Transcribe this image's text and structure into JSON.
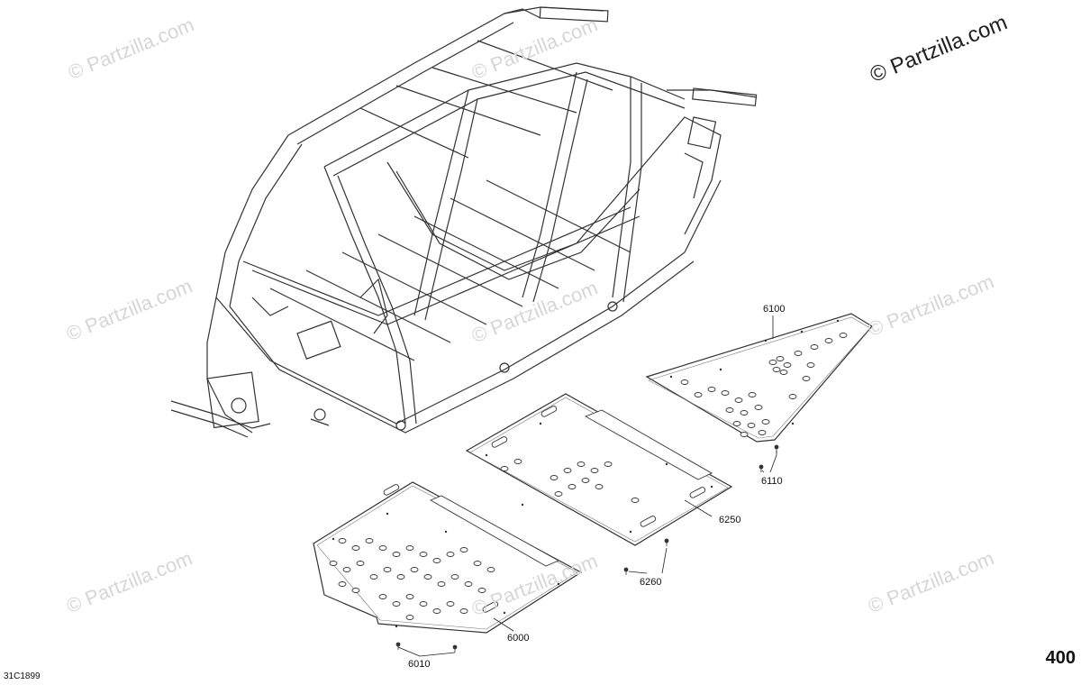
{
  "watermark": {
    "text": "© Partzilla.com",
    "corner_text": "© Partzilla.com"
  },
  "callouts": {
    "c6000": "6000",
    "c6010": "6010",
    "c6100": "6100",
    "c6110": "6110",
    "c6250": "6250",
    "c6260": "6260"
  },
  "page_number": "400",
  "diagram_code": "31C1899"
}
